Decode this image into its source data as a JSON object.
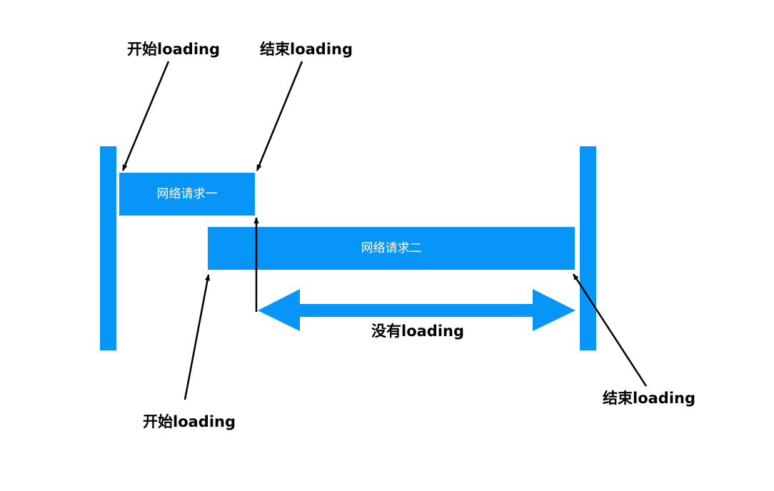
{
  "colors": {
    "accent": "#0795f7",
    "arrow": "#000000",
    "background": "#ffffff",
    "bar_text": "#ffffff"
  },
  "requests": {
    "one": "网络请求一",
    "two": "网络请求二"
  },
  "labels": {
    "start_top": "开始loading",
    "end_top": "结束loading",
    "start_bottom": "开始loading",
    "end_bottom": "结束loading",
    "no_loading": "没有loading"
  }
}
